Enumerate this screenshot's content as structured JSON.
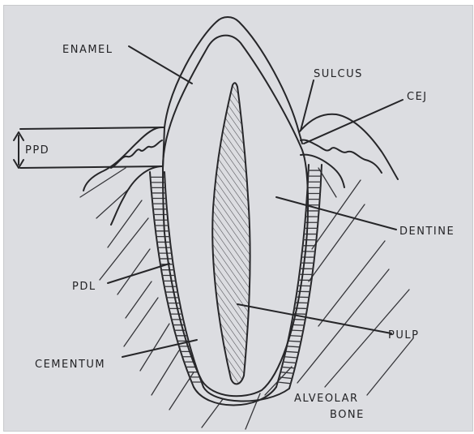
{
  "labels": {
    "enamel": "ENAMEL",
    "sulcus": "SULCUS",
    "cej": "CEJ",
    "ppd": "PPD",
    "dentine": "DENTINE",
    "pdl": "PDL",
    "pulp": "PULP",
    "cementum": "CEMENTUM",
    "alveolar": "ALVEOLAR",
    "bone": "BONE"
  },
  "colors": {
    "paper": "#dcdde1",
    "ink": "#262629",
    "pulp_fill": "#b3b3b8"
  }
}
